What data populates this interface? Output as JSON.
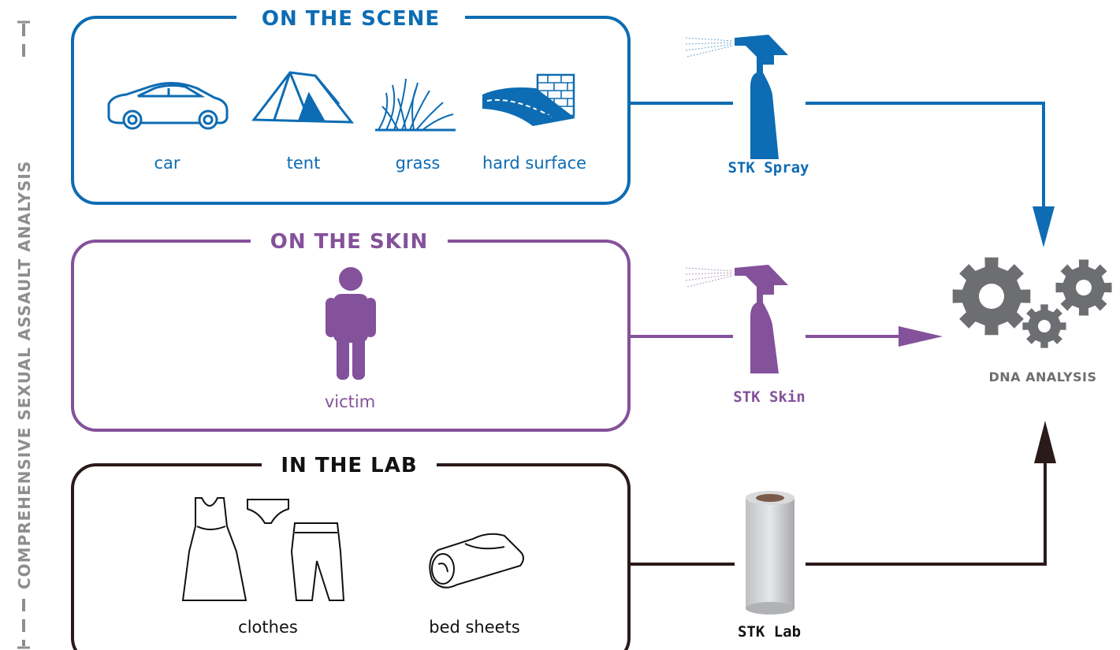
{
  "side_label": "COMPREHENSIVE SEXUAL ASSAULT ANALYSIS",
  "colors": {
    "scene": "#0d6cb3",
    "skin": "#84519b",
    "lab": "#2b1a1a",
    "gear": "#6d6e71",
    "side": "#8e8e8e"
  },
  "panels": {
    "scene": {
      "title": "ON THE SCENE",
      "items": [
        {
          "label": "car",
          "icon": "car-icon"
        },
        {
          "label": "tent",
          "icon": "tent-icon"
        },
        {
          "label": "grass",
          "icon": "grass-icon"
        },
        {
          "label": "hard surface",
          "icon": "road-wall-icon"
        }
      ],
      "tool": {
        "label": "STK Spray",
        "icon": "spray-bottle-icon"
      }
    },
    "skin": {
      "title": "ON THE SKIN",
      "items": [
        {
          "label": "victim",
          "icon": "person-icon"
        }
      ],
      "tool": {
        "label": "STK Skin",
        "icon": "spray-bottle-icon"
      }
    },
    "lab": {
      "title": "IN THE LAB",
      "items": [
        {
          "label": "clothes",
          "icon": "clothes-icon"
        },
        {
          "label": "bed sheets",
          "icon": "bed-sheets-icon"
        }
      ],
      "tool": {
        "label": "STK Lab",
        "icon": "paper-roll-icon"
      }
    }
  },
  "output": {
    "label": "DNA ANALYSIS",
    "icon": "gears-icon"
  }
}
